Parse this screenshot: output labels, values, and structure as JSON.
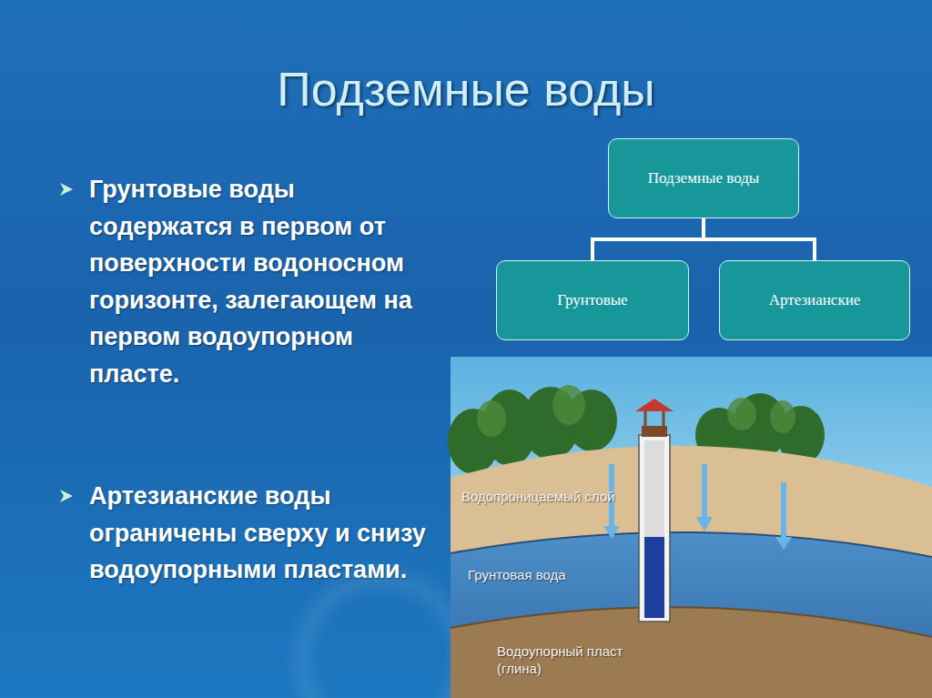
{
  "diagram": {
    "title": "Подземные воды",
    "nodes": [
      {
        "text": [
          "Подземные воды"
        ]
      },
      {
        "text": [
          "Грунтовые"
        ]
      },
      {
        "text": [
          "Артезианские"
        ]
      }
    ],
    "edges": [
      {
        "from": 0,
        "to": 1,
        "arrow": "none"
      },
      {
        "from": 0,
        "to": 2,
        "arrow": "none"
      }
    ],
    "labels": [
      "Грунтовые воды содержатся в первом от поверхности водоносном горизонте, залегающем на первом водоупорном пласте.",
      "Артезианские воды ограничены сверху и снизу водоупорными пластами.",
      "Водопроницаемый слой",
      "Грунтовая вода",
      "Водоупорный пласт (глина)"
    ]
  }
}
